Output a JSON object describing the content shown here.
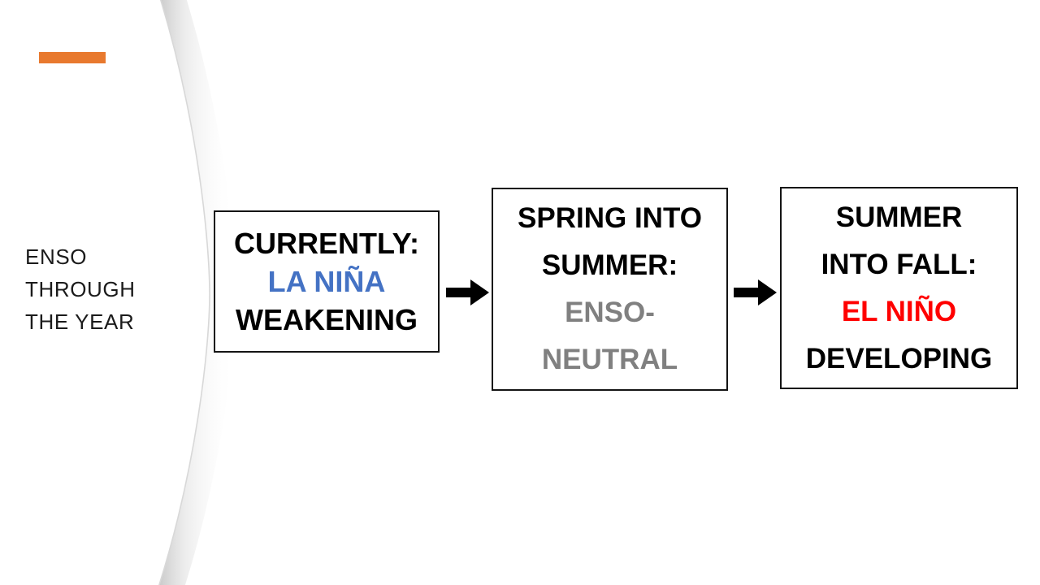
{
  "slide": {
    "background_color": "#FFFFFF",
    "accent_bar_color": "#E8792E",
    "title": "ENSO\nTHROUGH\nTHE YEAR"
  },
  "colors": {
    "accent_orange": "#E8792E",
    "la_nina_blue": "#4472C4",
    "enso_neutral_gray": "#808080",
    "el_nino_red": "#FF0000",
    "text_black": "#000000",
    "box_border": "#141414"
  },
  "flow": {
    "boxes": [
      {
        "name": "currently",
        "lines": [
          {
            "text": "CURRENTLY:",
            "color": "#000000"
          },
          {
            "text": "LA NIÑA",
            "color": "#4472C4"
          },
          {
            "text": "WEAKENING",
            "color": "#000000"
          }
        ]
      },
      {
        "name": "spring-into-summer",
        "lines": [
          {
            "text": "SPRING INTO",
            "color": "#000000"
          },
          {
            "text": "SUMMER:",
            "color": "#000000"
          },
          {
            "text": "ENSO-",
            "color": "#808080"
          },
          {
            "text": "NEUTRAL",
            "color": "#808080"
          }
        ]
      },
      {
        "name": "summer-into-fall",
        "lines": [
          {
            "text": "SUMMER",
            "color": "#000000"
          },
          {
            "text": "INTO FALL:",
            "color": "#000000"
          },
          {
            "text": "EL NIÑO",
            "color": "#FF0000"
          },
          {
            "text": "DEVELOPING",
            "color": "#000000"
          }
        ]
      }
    ],
    "arrows": [
      {
        "name": "arrow-currently-to-spring",
        "direction": "right"
      },
      {
        "name": "arrow-spring-to-summer",
        "direction": "right"
      }
    ]
  }
}
